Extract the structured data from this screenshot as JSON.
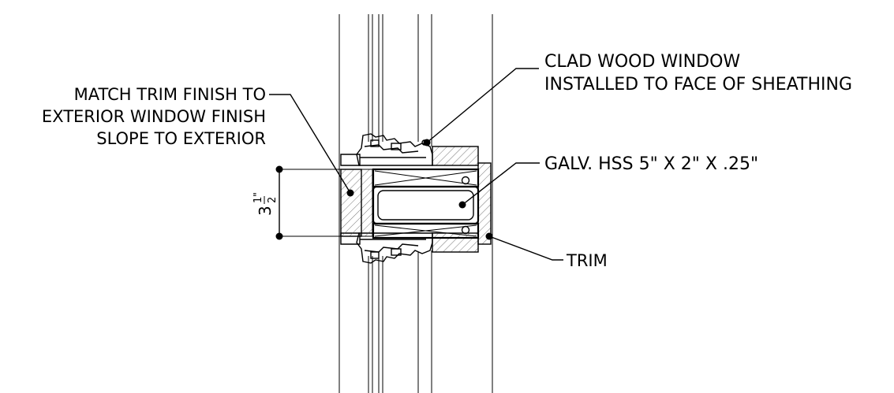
{
  "labels": {
    "trim_finish": [
      "MATCH TRIM FINISH TO",
      "EXTERIOR WINDOW FINISH",
      "SLOPE TO EXTERIOR"
    ],
    "clad_window": [
      "CLAD WOOD WINDOW",
      "INSTALLED TO FACE OF SHEATHING"
    ],
    "hss": "GALV. HSS 5\" X 2\" X .25\"",
    "trim": "TRIM"
  },
  "dimension": {
    "whole": "3",
    "num": "1",
    "den": "2",
    "unit": "\""
  }
}
